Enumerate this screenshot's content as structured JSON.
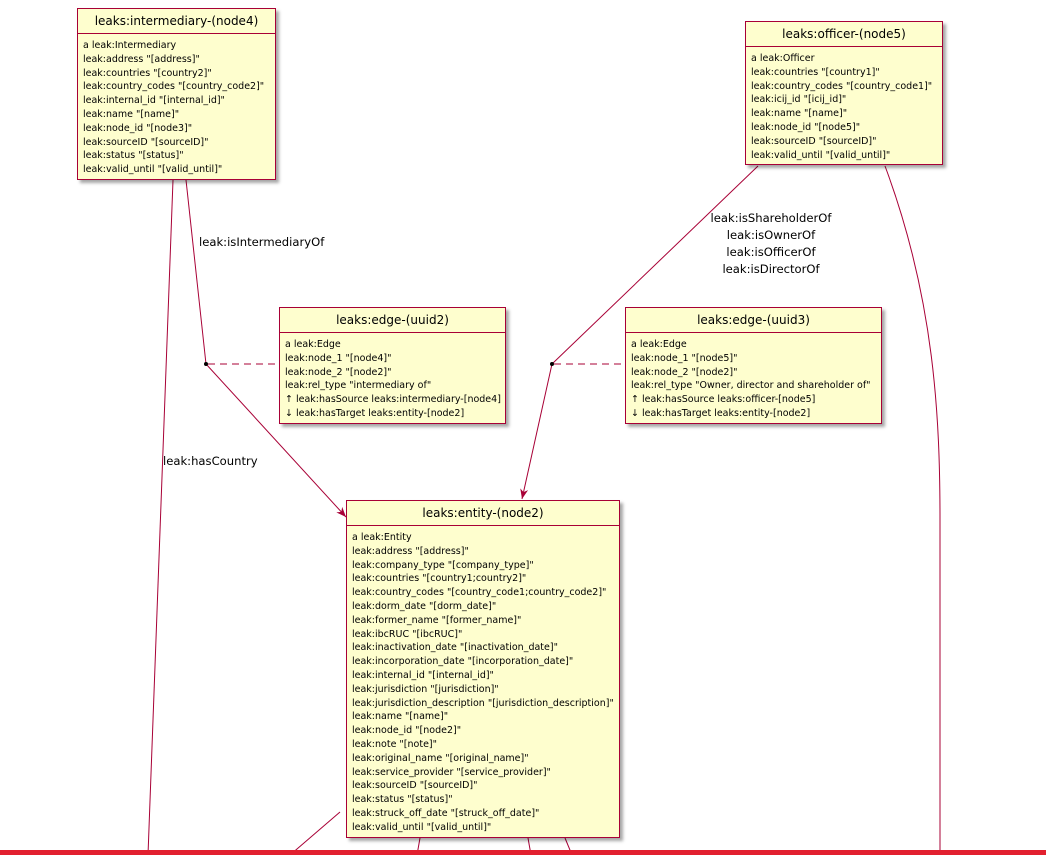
{
  "nodes": {
    "intermediary": {
      "title": "leaks:intermediary-(node4)",
      "props": [
        "a leak:Intermediary",
        "leak:address \"[address]\"",
        "leak:countries \"[country2]\"",
        "leak:country_codes \"[country_code2]\"",
        "leak:internal_id \"[internal_id]\"",
        "leak:name \"[name]\"",
        "leak:node_id \"[node3]\"",
        "leak:sourceID \"[sourceID]\"",
        "leak:status \"[status]\"",
        "leak:valid_until \"[valid_until]\""
      ]
    },
    "officer": {
      "title": "leaks:officer-(node5)",
      "props": [
        "a leak:Officer",
        "leak:countries \"[country1]\"",
        "leak:country_codes \"[country_code1]\"",
        "leak:icij_id \"[icij_id]\"",
        "leak:name \"[name]\"",
        "leak:node_id \"[node5]\"",
        "leak:sourceID \"[sourceID]\"",
        "leak:valid_until \"[valid_until]\""
      ]
    },
    "edge2": {
      "title": "leaks:edge-(uuid2)",
      "props": [
        "a leak:Edge",
        "leak:node_1 \"[node4]\"",
        "leak:node_2 \"[node2]\"",
        "leak:rel_type \"intermediary of\"",
        "↑ leak:hasSource leaks:intermediary-[node4]",
        "↓ leak:hasTarget leaks:entity-[node2]"
      ]
    },
    "edge3": {
      "title": "leaks:edge-(uuid3)",
      "props": [
        "a leak:Edge",
        "leak:node_1 \"[node5]\"",
        "leak:node_2 \"[node2]\"",
        "leak:rel_type \"Owner, director and shareholder of\"",
        "↑ leak:hasSource leaks:officer-[node5]",
        "↓ leak:hasTarget leaks:entity-[node2]"
      ]
    },
    "entity": {
      "title": "leaks:entity-(node2)",
      "props": [
        "a leak:Entity",
        "leak:address \"[address]\"",
        "leak:company_type \"[company_type]\"",
        "leak:countries \"[country1;country2]\"",
        "leak:country_codes \"[country_code1;country_code2]\"",
        "leak:dorm_date \"[dorm_date]\"",
        "leak:former_name \"[former_name]\"",
        "leak:ibcRUC \"[ibcRUC]\"",
        "leak:inactivation_date \"[inactivation_date]\"",
        "leak:incorporation_date \"[incorporation_date]\"",
        "leak:internal_id \"[internal_id]\"",
        "leak:jurisdiction \"[jurisdiction]\"",
        "leak:jurisdiction_description \"[jurisdiction_description]\"",
        "leak:name \"[name]\"",
        "leak:node_id \"[node2]\"",
        "leak:note \"[note]\"",
        "leak:original_name \"[original_name]\"",
        "leak:service_provider \"[service_provider]\"",
        "leak:sourceID \"[sourceID]\"",
        "leak:status \"[status]\"",
        "leak:struck_off_date \"[struck_off_date]\"",
        "leak:valid_until \"[valid_until]\""
      ]
    }
  },
  "edge_labels": {
    "is_intermediary_of": "leak:isIntermediaryOf",
    "has_country": "leak:hasCountry",
    "officer_relations": [
      "leak:isShareholderOf",
      "leak:isOwnerOf",
      "leak:isOfficerOf",
      "leak:isDirectorOf"
    ]
  },
  "colors": {
    "node_fill": "#FEFECE",
    "node_border": "#A80036",
    "edge_line": "#A80036",
    "bottom_bar": "#E2202F"
  }
}
